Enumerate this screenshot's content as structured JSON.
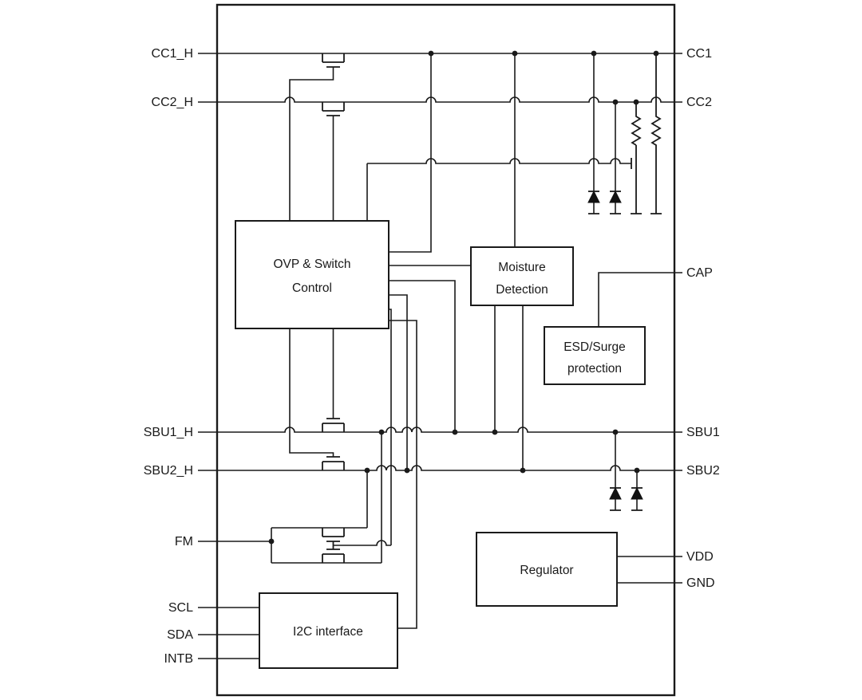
{
  "pins": {
    "left": [
      {
        "label": "CC1_H"
      },
      {
        "label": "CC2_H"
      },
      {
        "label": "SBU1_H"
      },
      {
        "label": "SBU2_H"
      },
      {
        "label": "FM"
      },
      {
        "label": "SCL"
      },
      {
        "label": "SDA"
      },
      {
        "label": "INTB"
      }
    ],
    "right": [
      {
        "label": "CC1"
      },
      {
        "label": "CC2"
      },
      {
        "label": "CAP"
      },
      {
        "label": "SBU1"
      },
      {
        "label": "SBU2"
      },
      {
        "label": "VDD"
      },
      {
        "label": "GND"
      }
    ]
  },
  "blocks": {
    "ovp": {
      "line1": "OVP & Switch",
      "line2": "Control"
    },
    "moisture": {
      "line1": "Moisture",
      "line2": "Detection"
    },
    "esd": {
      "line1": "ESD/Surge",
      "line2": "protection"
    },
    "regulator": {
      "label": "Regulator"
    },
    "i2c": {
      "label": "I2C interface"
    }
  },
  "colors": {
    "line": "#1a1a1a",
    "background": "#ffffff"
  }
}
